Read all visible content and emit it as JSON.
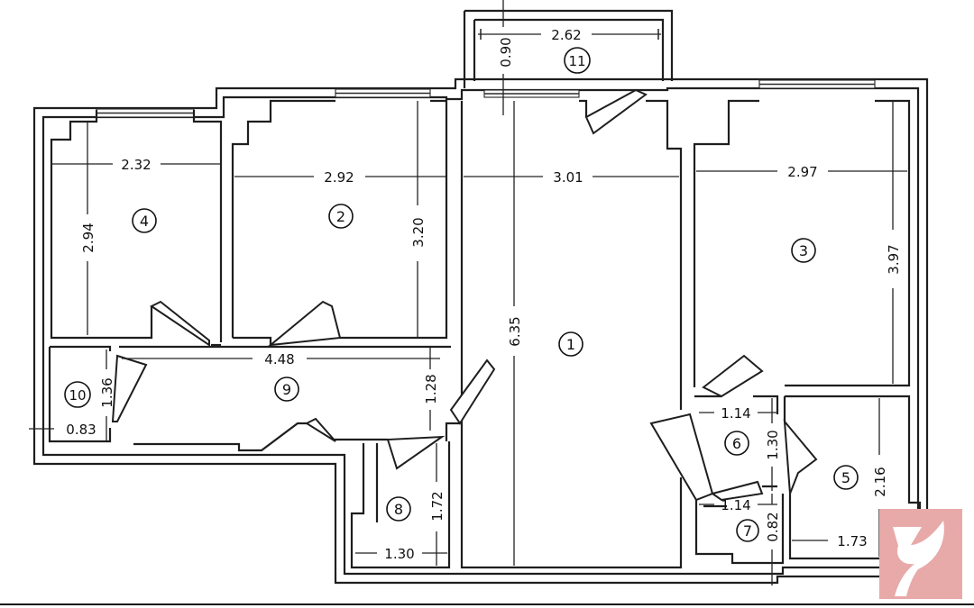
{
  "rooms": [
    {
      "id": "r1",
      "number": "1"
    },
    {
      "id": "r2",
      "number": "2"
    },
    {
      "id": "r3",
      "number": "3"
    },
    {
      "id": "r4",
      "number": "4"
    },
    {
      "id": "r5",
      "number": "5"
    },
    {
      "id": "r6",
      "number": "6"
    },
    {
      "id": "r7",
      "number": "7"
    },
    {
      "id": "r8",
      "number": "8"
    },
    {
      "id": "r9",
      "number": "9"
    },
    {
      "id": "r10",
      "number": "10"
    },
    {
      "id": "r11",
      "number": "11"
    }
  ],
  "dimensions": {
    "r11_width": "2.62",
    "r11_depth": "0.90",
    "r4_width": "2.32",
    "r4_length": "2.94",
    "r2_width": "2.92",
    "r2_length": "3.20",
    "r1_width": "3.01",
    "r1_length": "6.35",
    "r3_width": "2.97",
    "r3_length": "3.97",
    "r9_length": "4.48",
    "r9_width": "1.28",
    "r10_length": "1.36",
    "r10_width": "0.83",
    "r6_width": "1.14",
    "r6_length": "1.30",
    "r7_width": "1.14",
    "r7_length": "0.82",
    "r5_length": "2.16",
    "r5_width": "1.73",
    "r8_length": "1.72",
    "r8_width": "1.30"
  },
  "colors": {
    "logo": "#e8a9a9",
    "ink": "#1e1e1e"
  },
  "logo": {
    "icon": "dove-logo-icon"
  }
}
